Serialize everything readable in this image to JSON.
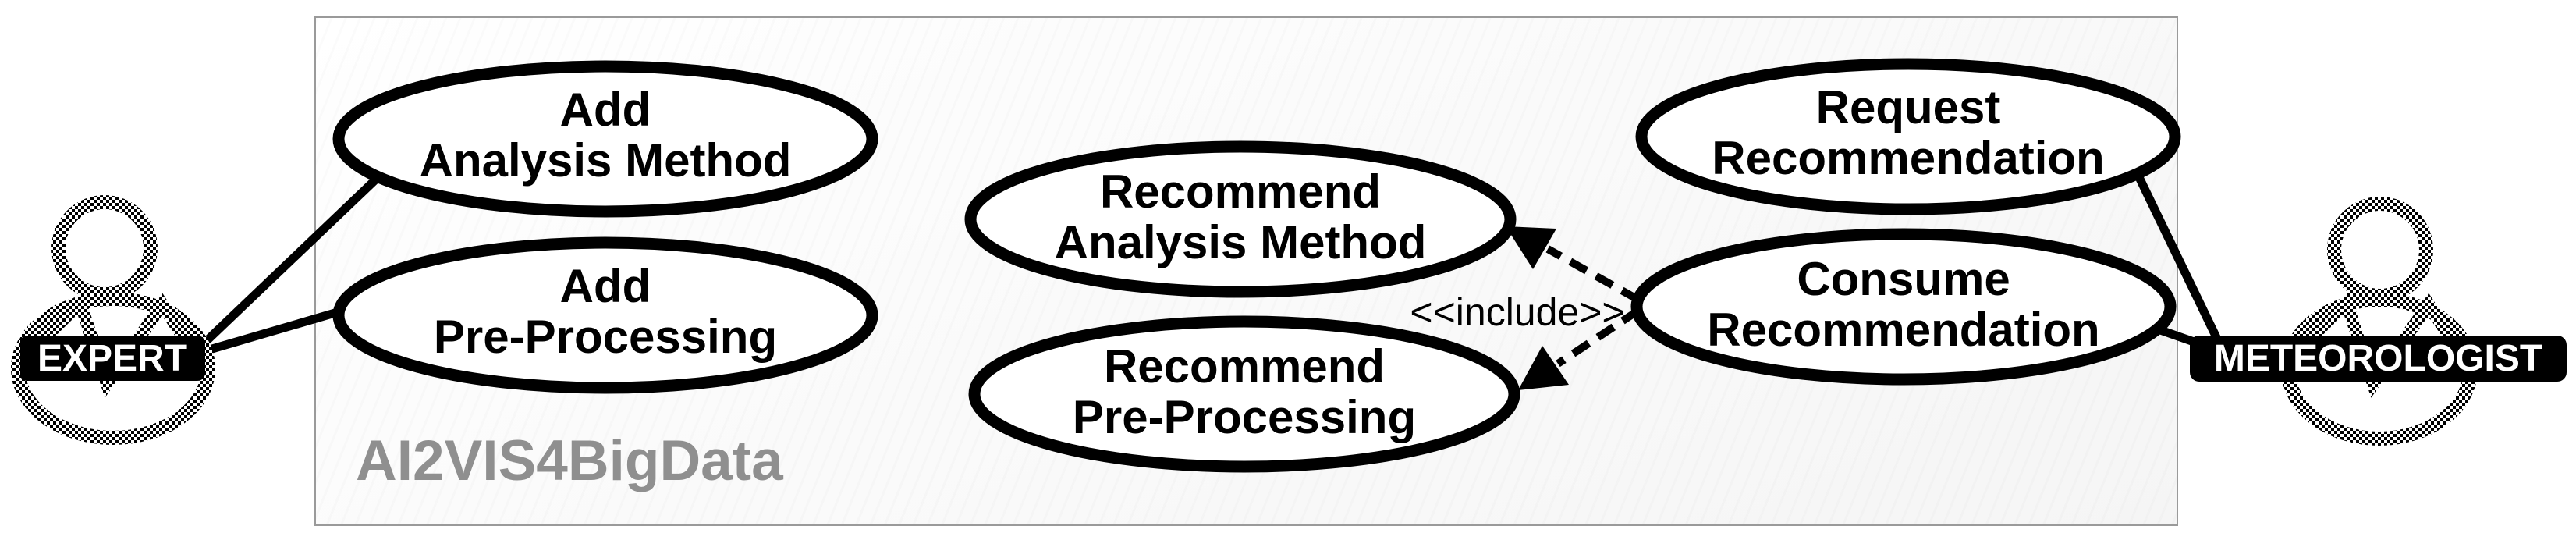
{
  "diagram": {
    "type": "uml-use-case",
    "system": {
      "label": "AI2VIS4BigData"
    },
    "actors": [
      {
        "id": "expert",
        "label": "EXPERT"
      },
      {
        "id": "meteorologist",
        "label": "METEOROLOGIST"
      }
    ],
    "use_cases": [
      {
        "id": "add-analysis-method",
        "line1": "Add",
        "line2": "Analysis Method"
      },
      {
        "id": "add-pre-processing",
        "line1": "Add",
        "line2": "Pre-Processing"
      },
      {
        "id": "recommend-analysis-method",
        "line1": "Recommend",
        "line2": "Analysis Method"
      },
      {
        "id": "recommend-pre-processing",
        "line1": "Recommend",
        "line2": "Pre-Processing"
      },
      {
        "id": "request-recommendation",
        "line1": "Request",
        "line2": "Recommendation"
      },
      {
        "id": "consume-recommendation",
        "line1": "Consume",
        "line2": "Recommendation"
      }
    ],
    "relationships": {
      "include_label": "<<include>>",
      "associations": [
        "EXPERT — Add Analysis Method",
        "EXPERT — Add Pre-Processing",
        "METEOROLOGIST — Request Recommendation",
        "METEOROLOGIST — Consume Recommendation"
      ],
      "includes": [
        "Consume Recommendation ..> Recommend Analysis Method",
        "Consume Recommendation ..> Recommend Pre-Processing"
      ]
    },
    "colors": {
      "node_stroke": "#000000",
      "node_fill": "#ffffff",
      "system_border": "#9a9a9a",
      "system_title": "#8f8f8f",
      "actor_label_bg": "#000000",
      "actor_label_text": "#ffffff"
    }
  }
}
